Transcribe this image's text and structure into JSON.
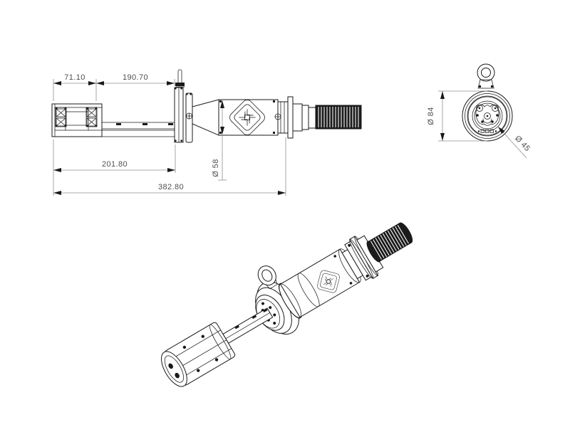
{
  "drawing": {
    "kind": "engineering-drawing",
    "colors": {
      "background": "#ffffff",
      "outline": "#1a1a1a",
      "dimension_line": "#8f8f8f",
      "dimension_text": "#4f4f4f",
      "thread_fill": "#1b1b1b"
    },
    "side_view": {
      "dims": {
        "seg_left": "71.10",
        "seg_right": "190.70",
        "shaft_length": "201.80",
        "overall_length": "382.80",
        "body_diameter": "Ø 58"
      }
    },
    "end_view": {
      "dims": {
        "outer_diameter": "Ø 84",
        "inner_diameter": "Ø 45"
      }
    }
  }
}
